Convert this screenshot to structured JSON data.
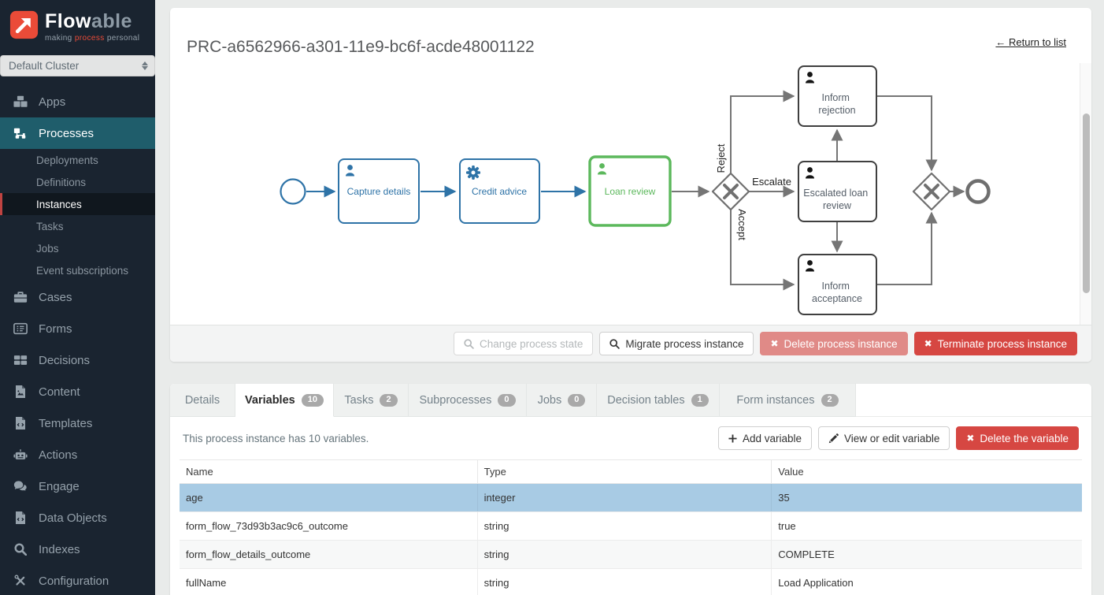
{
  "colors": {
    "brand_orange": "#eb4b38",
    "nav_active_teal": "#1f5d6b",
    "instances_accent_red": "#bf4341",
    "diagram_blue": "#2e73a7",
    "diagram_current_green": "#5cb85c",
    "danger_red": "#d64742",
    "danger_soft_red": "#e08a87",
    "selected_row_blue": "#a8cbe4"
  },
  "sidebar": {
    "logo": {
      "name_head": "Flow",
      "name_tail": "able",
      "tagline_pre": "making ",
      "tagline_em": "process",
      "tagline_post": " personal"
    },
    "cluster_value": "Default Cluster",
    "nav": {
      "apps": "Apps",
      "processes": "Processes",
      "sub": [
        "Deployments",
        "Definitions",
        "Instances",
        "Tasks",
        "Jobs",
        "Event subscriptions"
      ],
      "rest": [
        "Cases",
        "Forms",
        "Decisions",
        "Content",
        "Templates",
        "Actions",
        "Engage",
        "Data Objects",
        "Indexes",
        "Configuration"
      ]
    }
  },
  "header": {
    "title": "PRC-a6562966-a301-11e9-bc6f-acde48001122",
    "return_link": "← Return to list"
  },
  "diagram": {
    "tasks": [
      {
        "label": "Capture details",
        "type": "user-task",
        "state": "completed"
      },
      {
        "label": "Credit advice",
        "type": "service-task",
        "state": "completed"
      },
      {
        "label": "Loan review",
        "type": "user-task",
        "state": "current"
      },
      {
        "lines": [
          "Inform",
          "rejection"
        ],
        "type": "user-task",
        "state": "pending"
      },
      {
        "lines": [
          "Escalated loan",
          "review"
        ],
        "type": "user-task",
        "state": "pending"
      },
      {
        "lines": [
          "Inform",
          "acceptance"
        ],
        "type": "user-task",
        "state": "pending"
      }
    ],
    "edge_labels": {
      "reject": "Reject",
      "escalate": "Escalate",
      "accept": "Accept"
    }
  },
  "process_actions": {
    "change_state": "Change process state",
    "migrate": "Migrate process instance",
    "delete": "Delete process instance",
    "terminate": "Terminate process instance"
  },
  "tabs": [
    {
      "label": "Details",
      "badge": null
    },
    {
      "label": "Variables",
      "badge": "10"
    },
    {
      "label": "Tasks",
      "badge": "2"
    },
    {
      "label": "Subprocesses",
      "badge": "0"
    },
    {
      "label": "Jobs",
      "badge": "0"
    },
    {
      "label": "Decision tables",
      "badge": "1"
    },
    {
      "label": "Form instances",
      "badge": "2"
    }
  ],
  "variables_panel": {
    "summary": "This process instance has 10 variables.",
    "buttons": {
      "add": "Add variable",
      "edit": "View or edit variable",
      "delete": "Delete the variable"
    },
    "table": {
      "columns": [
        "Name",
        "Type",
        "Value"
      ],
      "rows": [
        {
          "name": "age",
          "type": "integer",
          "value": "35",
          "selected": true
        },
        {
          "name": "form_flow_73d93b3ac9c6_outcome",
          "type": "string",
          "value": "true"
        },
        {
          "name": "form_flow_details_outcome",
          "type": "string",
          "value": "COMPLETE"
        },
        {
          "name": "fullName",
          "type": "string",
          "value": "Load Application"
        }
      ]
    }
  }
}
